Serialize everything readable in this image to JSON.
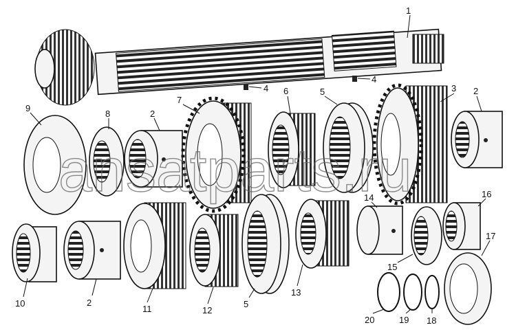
{
  "diagram": {
    "watermark": "ansatparts.ru",
    "labels": [
      "1",
      "4",
      "4",
      "2",
      "3",
      "5",
      "6",
      "7",
      "8",
      "9",
      "2",
      "14",
      "16",
      "17",
      "15",
      "10",
      "2",
      "11",
      "12",
      "5",
      "13",
      "20",
      "19",
      "18"
    ]
  }
}
